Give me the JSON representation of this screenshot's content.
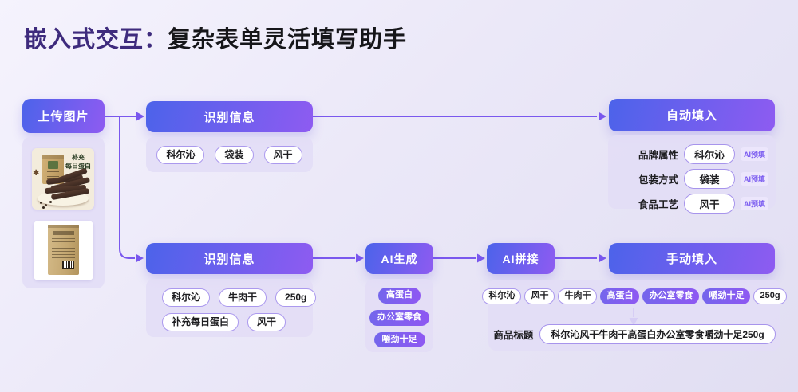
{
  "title": {
    "prefix": "嵌入式交互：",
    "main": "复杂表单灵活填写助手"
  },
  "upload": {
    "button_label": "上传图片",
    "product_image1": {
      "caption_line1": "补充",
      "caption_line2": "每日蛋白"
    }
  },
  "top_flow": {
    "recognize_title": "识别信息",
    "recognize_tags": [
      "科尔沁",
      "袋装",
      "风干"
    ],
    "autofill_title": "自动填入",
    "autofill_fields": [
      {
        "label": "品牌属性",
        "value": "科尔沁",
        "badge": "AI预填"
      },
      {
        "label": "包装方式",
        "value": "袋装",
        "badge": "AI预填"
      },
      {
        "label": "食品工艺",
        "value": "风干",
        "badge": "AI预填"
      }
    ]
  },
  "bottom_flow": {
    "recognize_title": "识别信息",
    "recognize_tags_row1": [
      "科尔沁",
      "牛肉干",
      "250g"
    ],
    "recognize_tags_row2": [
      "补充每日蛋白",
      "风干"
    ],
    "ai_generate_title": "AI生成",
    "ai_generate_tags": [
      {
        "text": "高蛋白",
        "filled": true
      },
      {
        "text": "办公室零食",
        "filled": true
      },
      {
        "text": "嚼劲十足",
        "filled": true
      }
    ],
    "ai_splice_title": "AI拼接",
    "manual_fill_title": "手动填入",
    "result_tags": [
      {
        "text": "科尔沁",
        "filled": false
      },
      {
        "text": "风干",
        "filled": false
      },
      {
        "text": "牛肉干",
        "filled": false
      },
      {
        "text": "高蛋白",
        "filled": true
      },
      {
        "text": "办公室零食",
        "filled": true
      },
      {
        "text": "嚼劲十足",
        "filled": true
      },
      {
        "text": "250g",
        "filled": false
      }
    ],
    "result_label": "商品标题",
    "result_value": "科尔沁风干牛肉干高蛋白办公室零食嚼劲十足250g"
  },
  "colors": {
    "accent_gradient_start": "#4c63ea",
    "accent_gradient_end": "#8e5bf1",
    "connector": "#7a58ee",
    "panel_background": "#e2ddf6",
    "title_highlight": "#3e2b7d",
    "pill_border": "#ab99ee",
    "badge_text": "#7b5cf0"
  }
}
